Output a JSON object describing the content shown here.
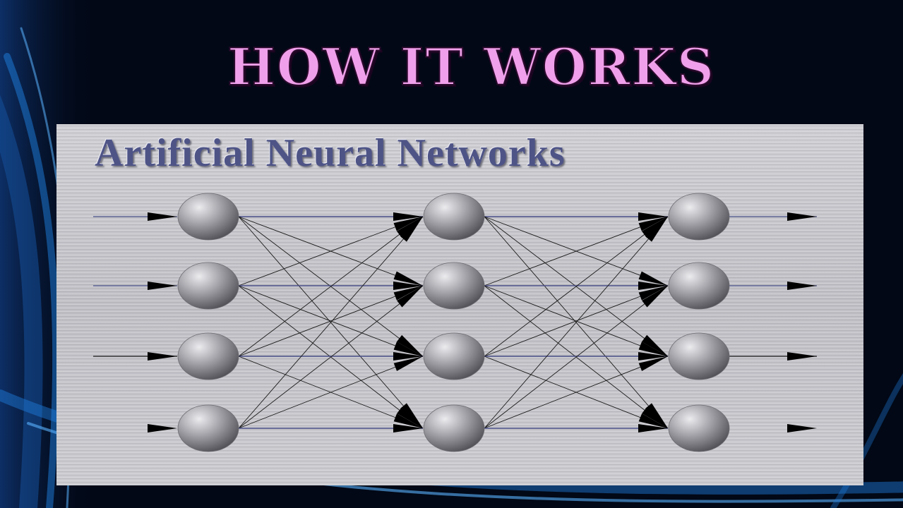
{
  "slide": {
    "title": "How It Works",
    "colors": {
      "title": "#f0a0ea",
      "background": "#020816",
      "accent_blue": "#1e7fe0"
    }
  },
  "diagram": {
    "heading": "Artificial Neural Networks",
    "layers": [
      {
        "neurons": 4,
        "input_arrows": [
          true,
          true,
          true,
          true
        ]
      },
      {
        "neurons": 4
      },
      {
        "neurons": 4,
        "output_arrows": [
          true,
          true,
          true,
          true
        ]
      }
    ],
    "connectivity": "fully-connected",
    "colors": {
      "heading": "#4e5486",
      "panel": "#c6c6cb",
      "neuron": "#8e8e94",
      "link": "#1a1a1a"
    }
  }
}
